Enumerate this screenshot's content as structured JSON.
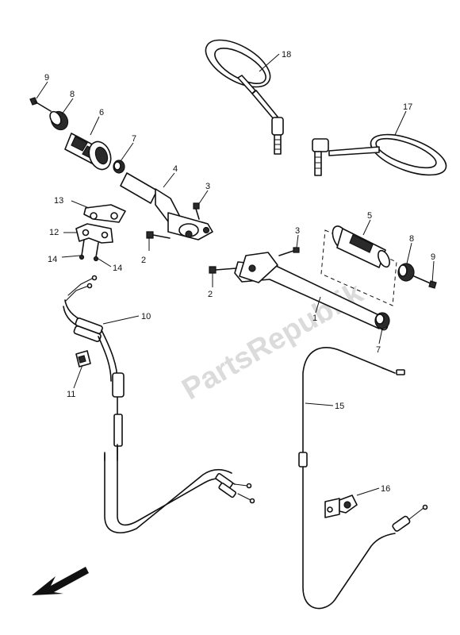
{
  "watermark": "PartsRepublik",
  "callouts": {
    "c1": "1",
    "c2a": "2",
    "c2b": "2",
    "c3a": "3",
    "c3b": "3",
    "c4": "4",
    "c5": "5",
    "c6": "6",
    "c7a": "7",
    "c7b": "7",
    "c8a": "8",
    "c8b": "8",
    "c9a": "9",
    "c9b": "9",
    "c10": "10",
    "c11": "11",
    "c12": "12",
    "c13": "13",
    "c14a": "14",
    "c14b": "14",
    "c15": "15",
    "c16": "16",
    "c17": "17",
    "c18": "18"
  },
  "icons": {
    "front_arrow": "arrow-down-left-icon"
  }
}
